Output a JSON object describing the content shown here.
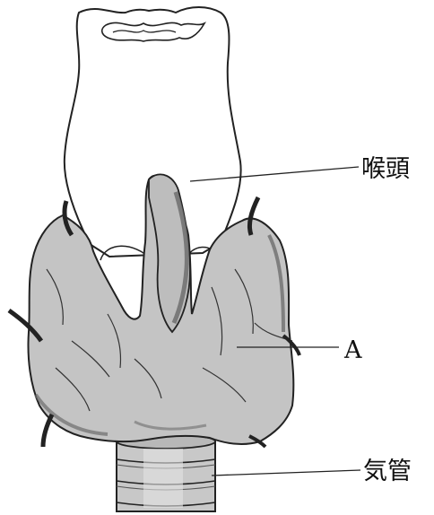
{
  "diagram": {
    "labels": {
      "larynx": "喉頭",
      "gland": "A",
      "trachea": "気管"
    },
    "colors": {
      "outline": "#222222",
      "gland_fill": "#c4c4c4",
      "gland_shadow": "#6e6e6e",
      "trachea_fill": "#c8c8c8",
      "trachea_light": "#e2e2e2",
      "background": "#ffffff"
    }
  }
}
